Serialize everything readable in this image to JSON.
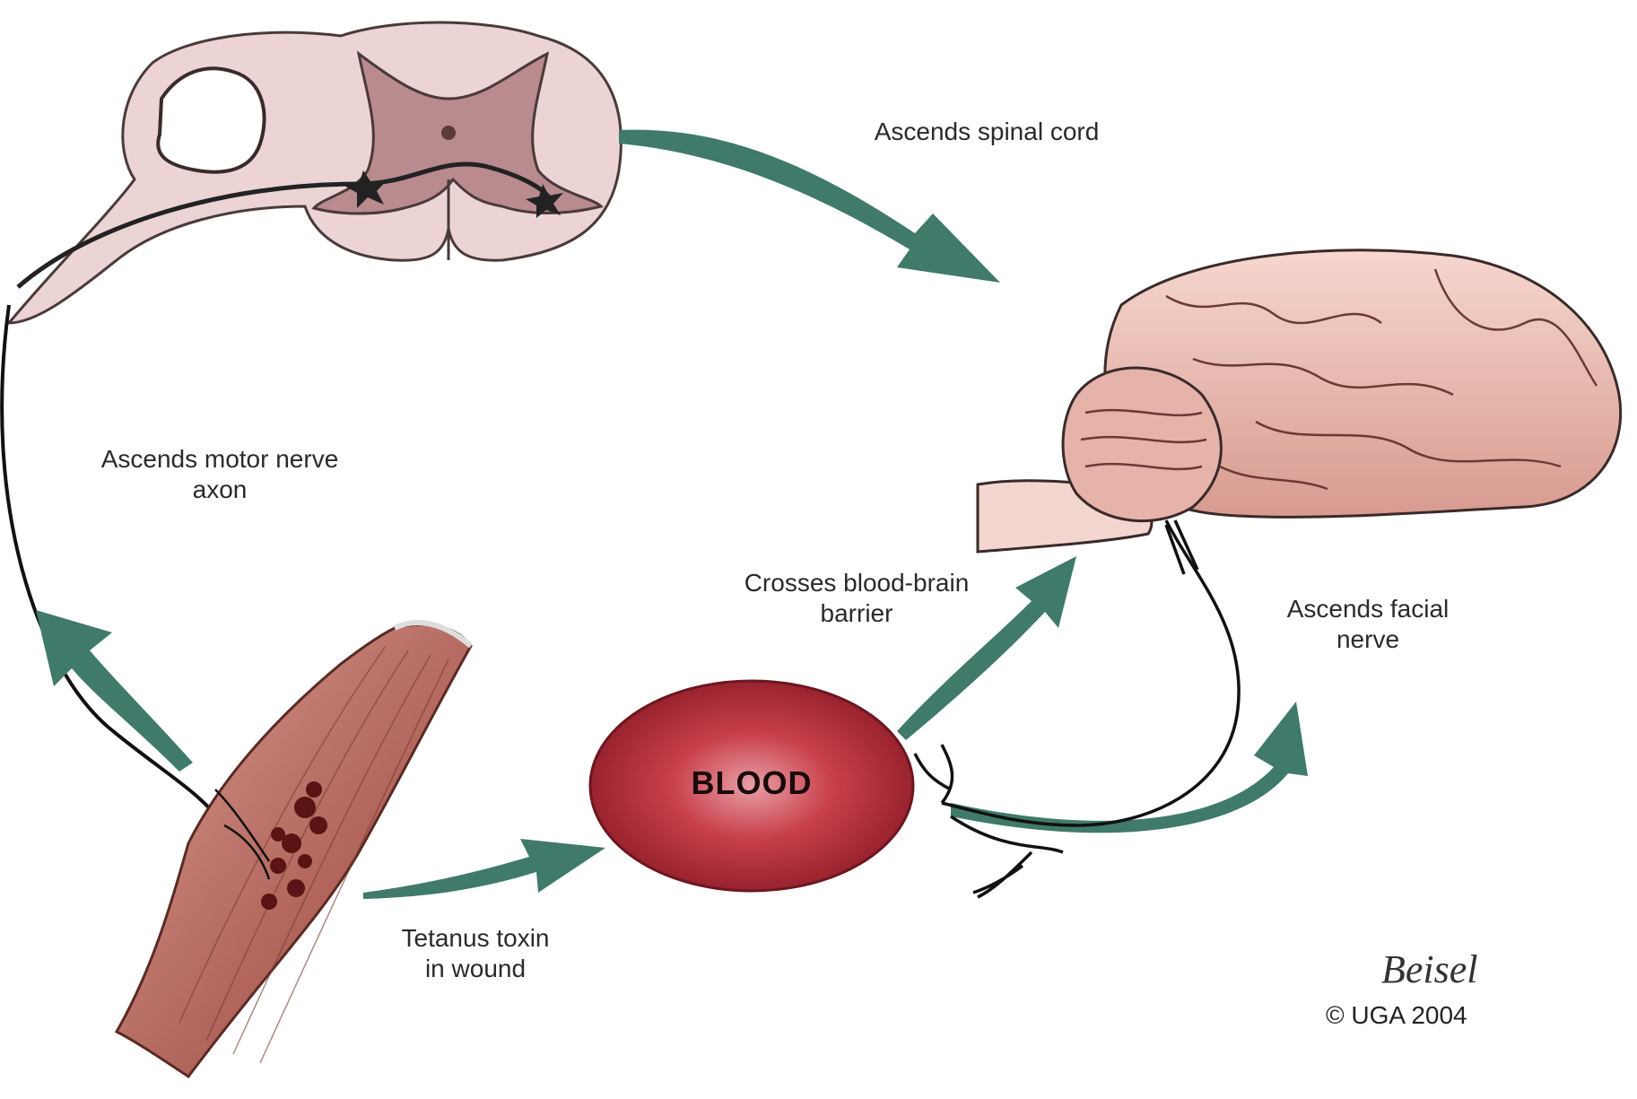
{
  "labels": {
    "ascends_spinal_cord": "Ascends spinal cord",
    "ascends_motor_nerve_line1": "Ascends motor nerve",
    "ascends_motor_nerve_line2": "axon",
    "crosses_bbb_line1": "Crosses blood-brain",
    "crosses_bbb_line2": "barrier",
    "ascends_facial_line1": "Ascends facial",
    "ascends_facial_line2": "nerve",
    "tetanus_line1": "Tetanus toxin",
    "tetanus_line2": "in wound",
    "blood": "BLOOD"
  },
  "credits": {
    "signature": "Beisel",
    "copyright": "© UGA 2004"
  },
  "colors": {
    "arrow": "#3f7a6a",
    "spinal_cord": "#e8cfd0",
    "grey_matter": "#b98a8e",
    "blood_cell": "#b8313c",
    "brain": "#f0c6bc",
    "muscle": "#b5675b"
  }
}
